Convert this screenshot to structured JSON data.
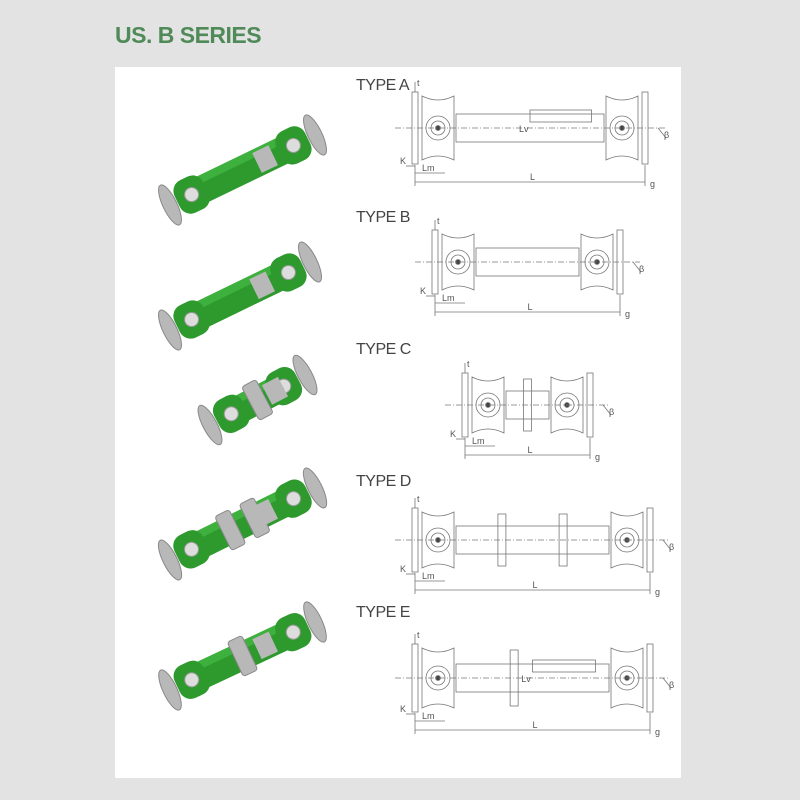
{
  "title": "US. B SERIES",
  "colors": {
    "accent": "#4f8a58",
    "shaft_green": "#2e9a2e",
    "steel": "#b8b8b8",
    "line": "#777777"
  },
  "types": [
    {
      "label": "TYPE A",
      "dims": {
        "t": "t",
        "k": "K",
        "lm": "Lm",
        "l": "L",
        "g": "g",
        "beta": "β",
        "lv": "Lv"
      }
    },
    {
      "label": "TYPE B",
      "dims": {
        "t": "t",
        "k": "K",
        "lm": "Lm",
        "l": "L",
        "g": "g",
        "beta": "β"
      }
    },
    {
      "label": "TYPE C",
      "dims": {
        "t": "t",
        "k": "K",
        "lm": "Lm",
        "l": "L",
        "g": "g",
        "beta": "β"
      }
    },
    {
      "label": "TYPE D",
      "dims": {
        "t": "t",
        "k": "K",
        "lm": "Lm",
        "l": "L",
        "g": "g",
        "beta": "β"
      }
    },
    {
      "label": "TYPE E",
      "dims": {
        "t": "t",
        "k": "K",
        "lm": "Lm",
        "l": "L",
        "g": "g",
        "beta": "β",
        "lv": "Lv"
      }
    }
  ]
}
